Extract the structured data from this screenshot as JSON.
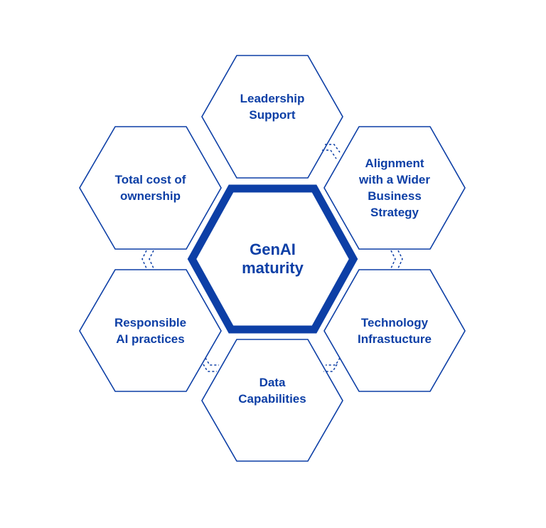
{
  "diagram": {
    "title": "GenAI maturity",
    "colors": {
      "primary": "#0d3fa6",
      "background": "#ffffff"
    },
    "center": {
      "lines": [
        "GenAI",
        "maturity"
      ]
    },
    "pillars": [
      {
        "id": "leadership",
        "position": "top",
        "lines": [
          "Leadership",
          "Support"
        ]
      },
      {
        "id": "alignment",
        "position": "top-right",
        "lines": [
          "Alignment",
          "with a Wider",
          "Business",
          "Strategy"
        ]
      },
      {
        "id": "technology",
        "position": "bottom-right",
        "lines": [
          "Technology",
          "Infrastucture"
        ]
      },
      {
        "id": "data",
        "position": "bottom",
        "lines": [
          "Data",
          "Capabilities"
        ]
      },
      {
        "id": "responsible",
        "position": "bottom-left",
        "lines": [
          "Responsible",
          "AI practices"
        ]
      },
      {
        "id": "tco",
        "position": "top-left",
        "lines": [
          "Total cost of",
          "ownership"
        ]
      }
    ],
    "connectors": [
      {
        "between": [
          "leadership",
          "alignment"
        ]
      },
      {
        "between": [
          "alignment",
          "technology"
        ]
      },
      {
        "between": [
          "technology",
          "data"
        ]
      },
      {
        "between": [
          "data",
          "responsible"
        ]
      },
      {
        "between": [
          "responsible",
          "tco"
        ]
      }
    ]
  }
}
